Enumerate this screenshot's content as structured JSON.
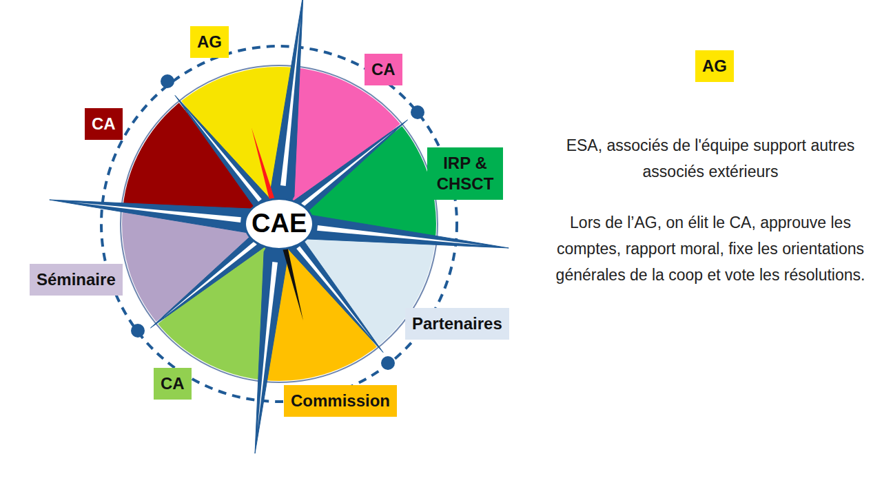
{
  "diagram": {
    "nodes": [
      {
        "text": [
          "AG"
        ]
      },
      {
        "text": [
          "CA"
        ]
      },
      {
        "text": [
          "IRP & CHSCT"
        ]
      },
      {
        "text": [
          "Partenaires"
        ]
      },
      {
        "text": [
          "Commission"
        ]
      },
      {
        "text": [
          "CA"
        ]
      },
      {
        "text": [
          "Séminaire"
        ]
      },
      {
        "text": [
          "CA"
        ]
      },
      {
        "text": [
          "CAE"
        ]
      },
      {
        "text": [
          "AG"
        ]
      }
    ],
    "labels": [
      "ESA, associés de l'équipe support autres associés extérieurs",
      "Lors de l’AG, on élit le CA, approuve les comptes, rapport moral, fixe les orientations générales de la coop et vote les résolutions."
    ]
  }
}
